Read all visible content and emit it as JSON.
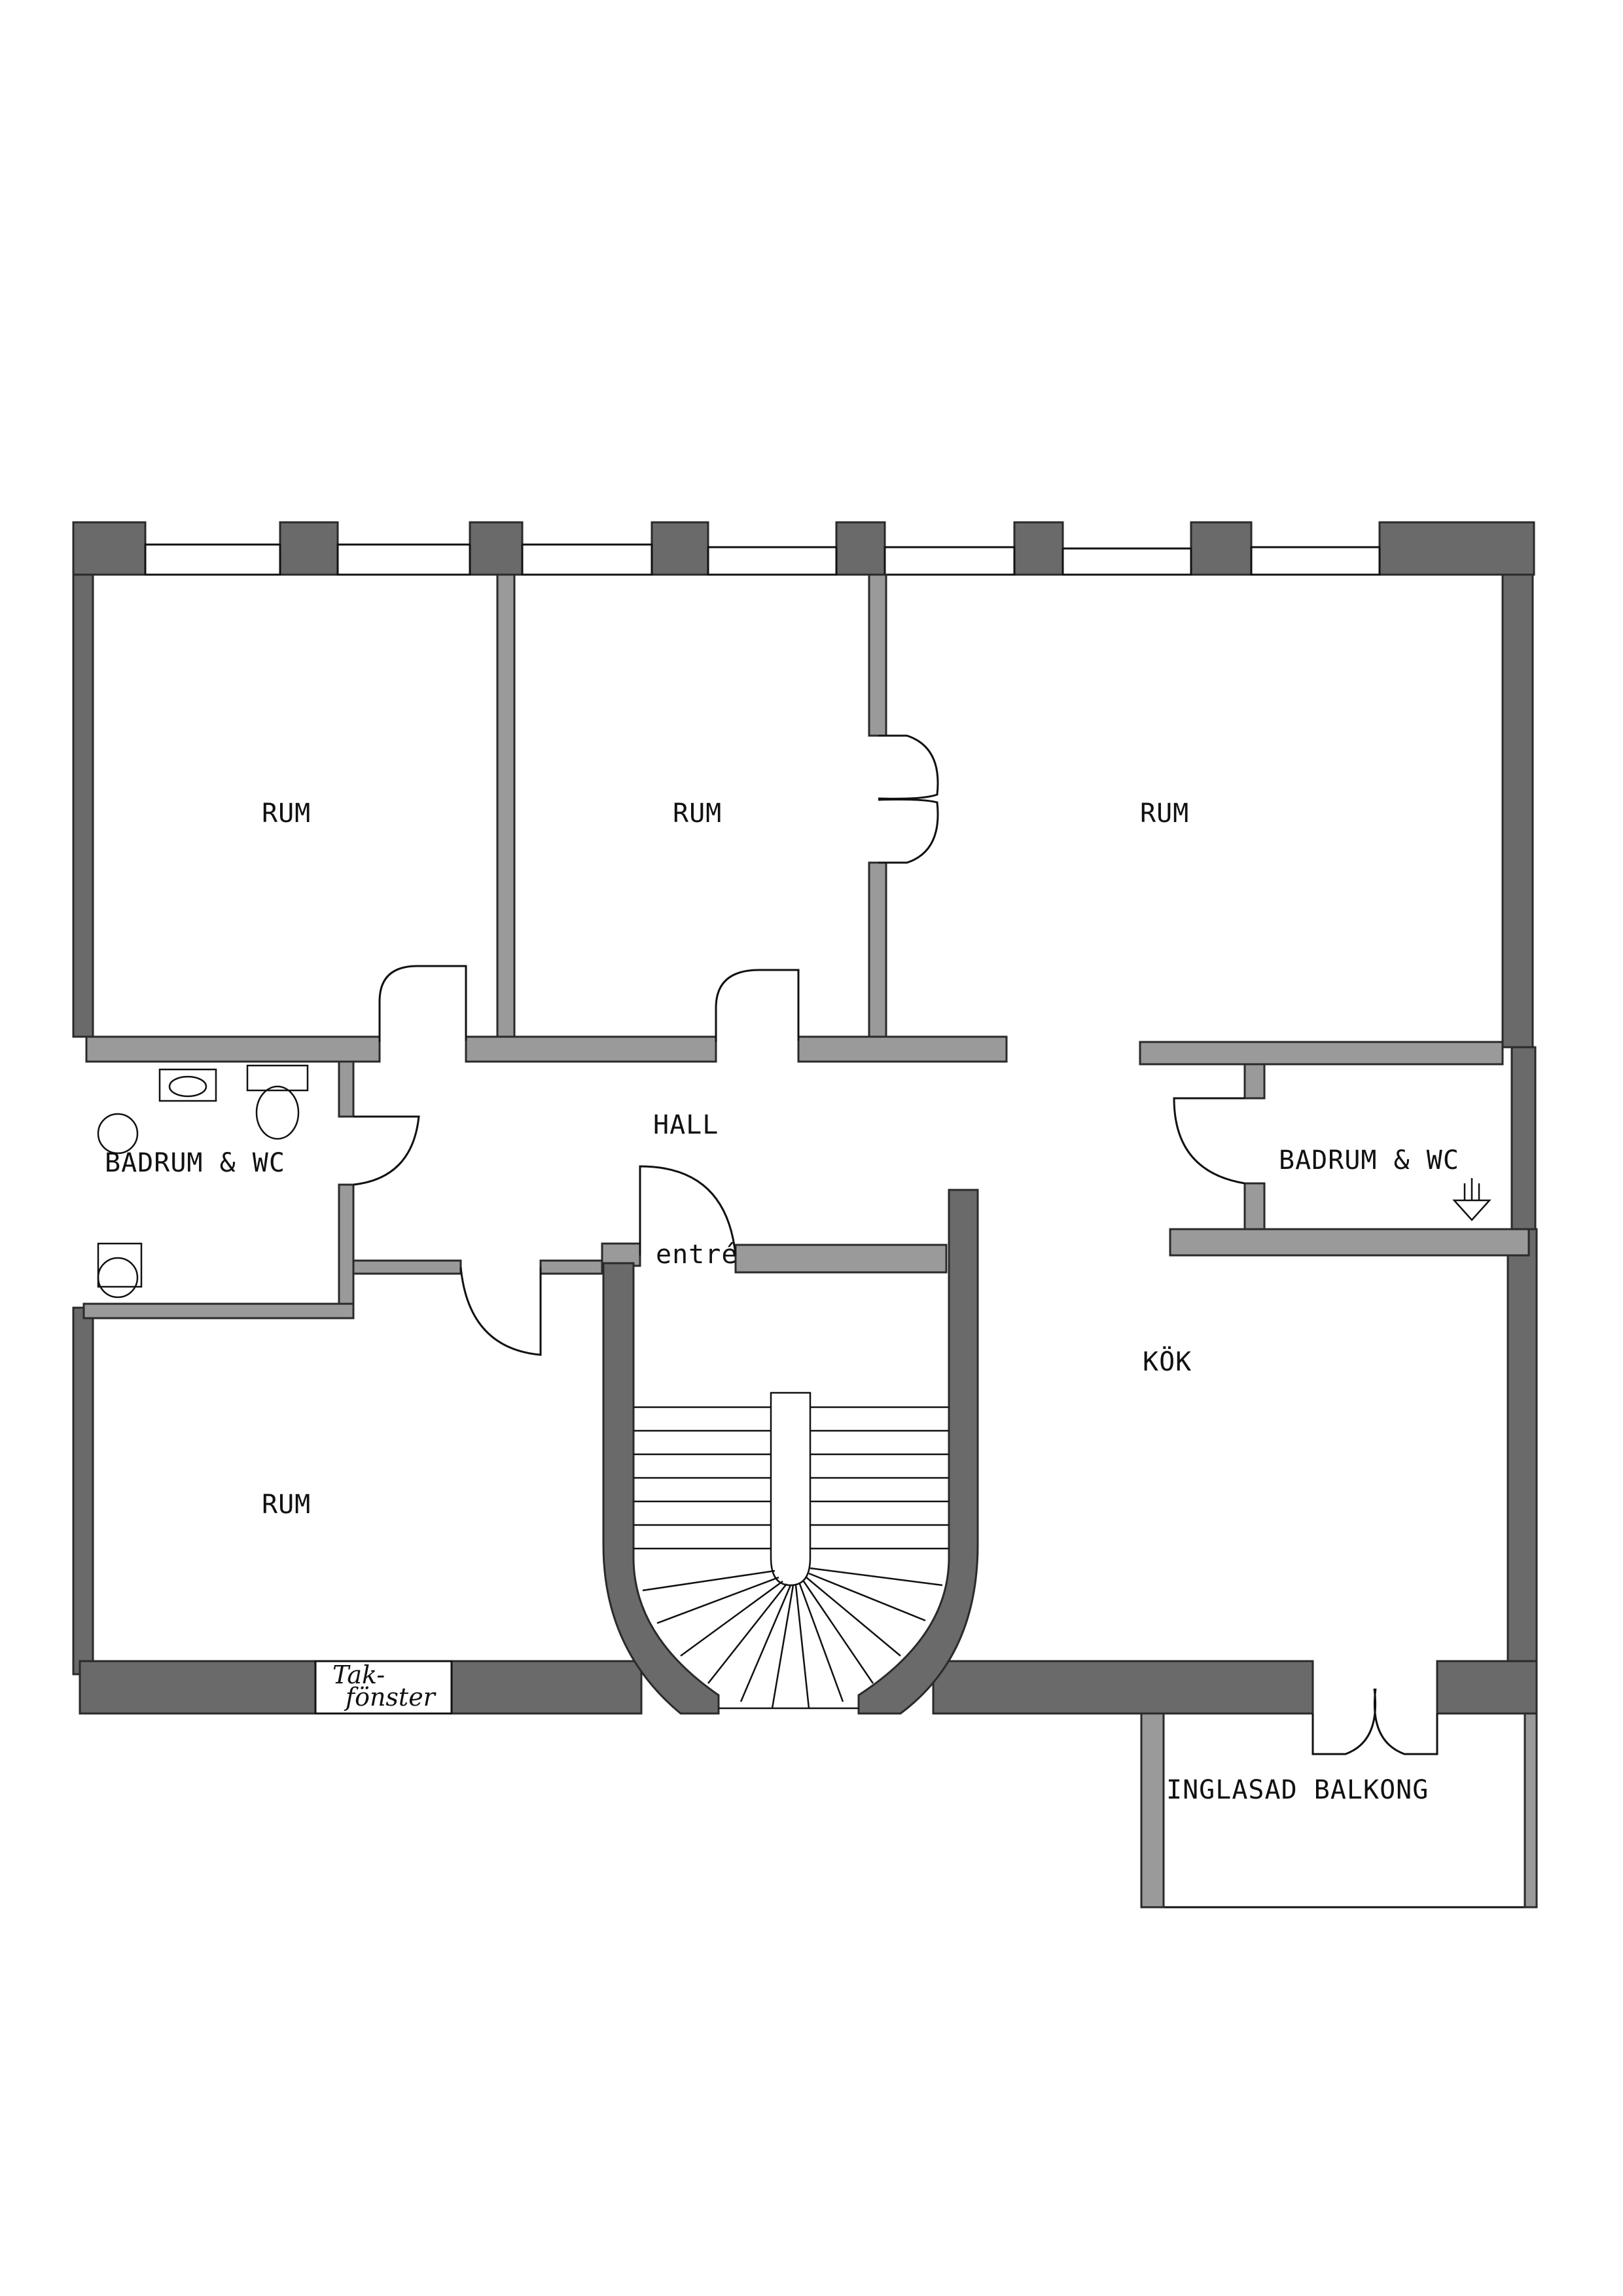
{
  "rooms": {
    "rum_top_left": "RUM",
    "rum_top_middle": "RUM",
    "rum_top_right": "RUM",
    "rum_bottom_left": "RUM",
    "hall": "HALL",
    "entre": "entré",
    "badrum_left": "BADRUM & WC",
    "badrum_right": "BADRUM & WC",
    "kok": "KÖK",
    "balkong": "INGLASAD BALKONG",
    "takfonster_line1": "Tak-",
    "takfonster_line2": "fönster"
  },
  "colors": {
    "wall": "#6a6a6a",
    "interior_wall": "#9a9a9a",
    "ink": "#111111"
  }
}
